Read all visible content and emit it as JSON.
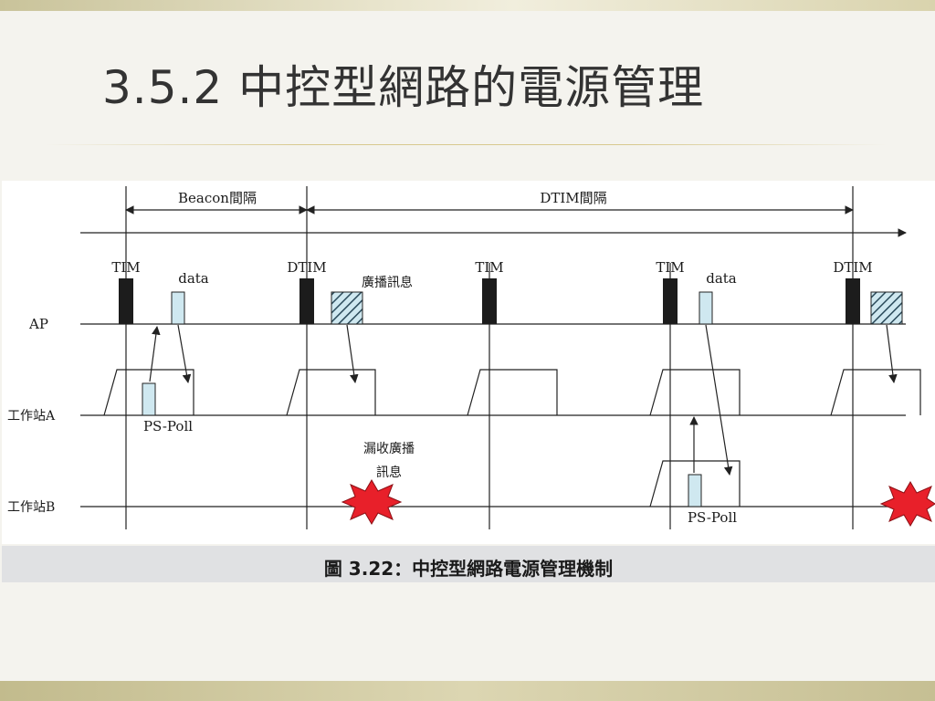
{
  "slide": {
    "title": "3.5.2  中控型網路的電源管理"
  },
  "diagram": {
    "interval_labels": {
      "beacon": "Beacon間隔",
      "dtim": "DTIM間隔"
    },
    "rows": {
      "ap": "AP",
      "station_a": "工作站A",
      "station_b": "工作站B"
    },
    "marker_labels": [
      "TIM",
      "DTIM",
      "TIM",
      "TIM",
      "DTIM"
    ],
    "data_label": "data",
    "broadcast_label": "廣播訊息",
    "pspoll_label": "PS-Poll",
    "missed_broadcast_lines": [
      "漏收廣播",
      "訊息"
    ],
    "colors": {
      "beacon_block": "#1c1c1c",
      "data_block": "#cfe8f0",
      "burst": "#e8202a",
      "line": "#222222"
    }
  },
  "caption": "圖 3.22：中控型網路電源管理機制"
}
